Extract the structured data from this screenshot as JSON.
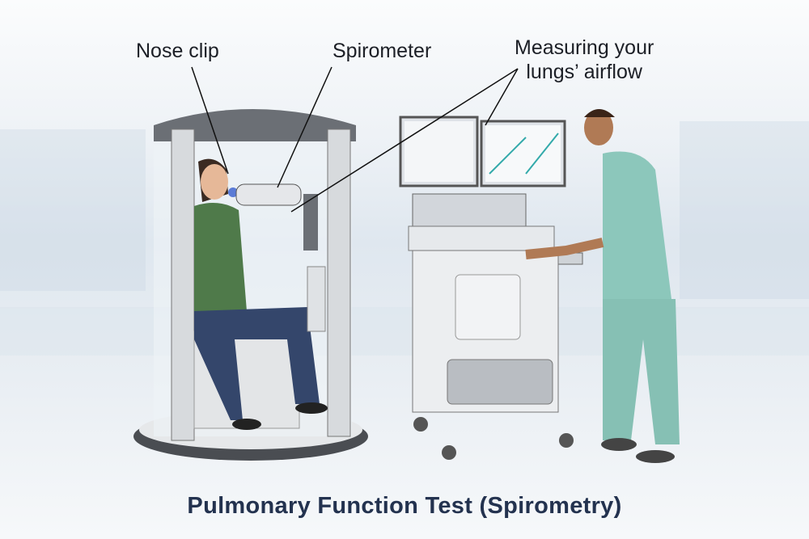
{
  "labels": {
    "nose_clip": "Nose clip",
    "spirometer": "Spirometer",
    "airflow_line1": "Measuring your",
    "airflow_line2": "lungs’ airflow"
  },
  "title": "Pulmonary Function Test (Spirometry)",
  "colors": {
    "title": "#23324f",
    "scrubs": "#8cc7bb",
    "sweater": "#4f7a4a",
    "jeans": "#34466b"
  }
}
